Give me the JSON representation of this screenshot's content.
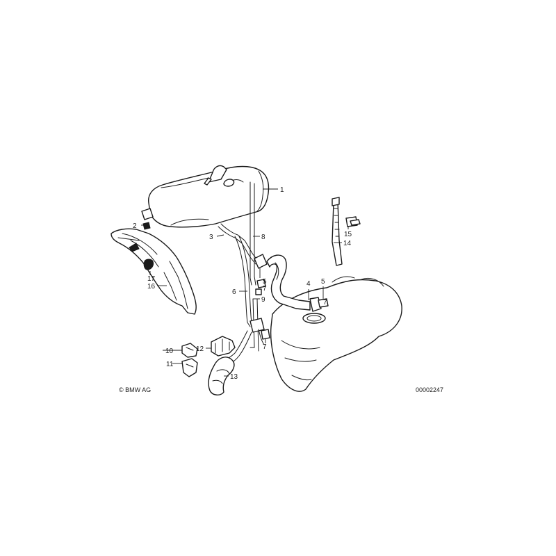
{
  "callouts": {
    "c1": "1",
    "c2": "2",
    "c3": "3",
    "c4": "4",
    "c5a": "5",
    "c5b": "5",
    "c6": "6",
    "c7a": "7",
    "c7b": "7",
    "c7c": "7",
    "c8": "8",
    "c9": "9",
    "c10": "10",
    "c11": "11",
    "c12": "12",
    "c13": "13",
    "c14": "14",
    "c15": "15",
    "c16": "16",
    "c17": "17"
  },
  "footer": {
    "copyright": "© BMW AG",
    "diagram_number": "00002247"
  }
}
